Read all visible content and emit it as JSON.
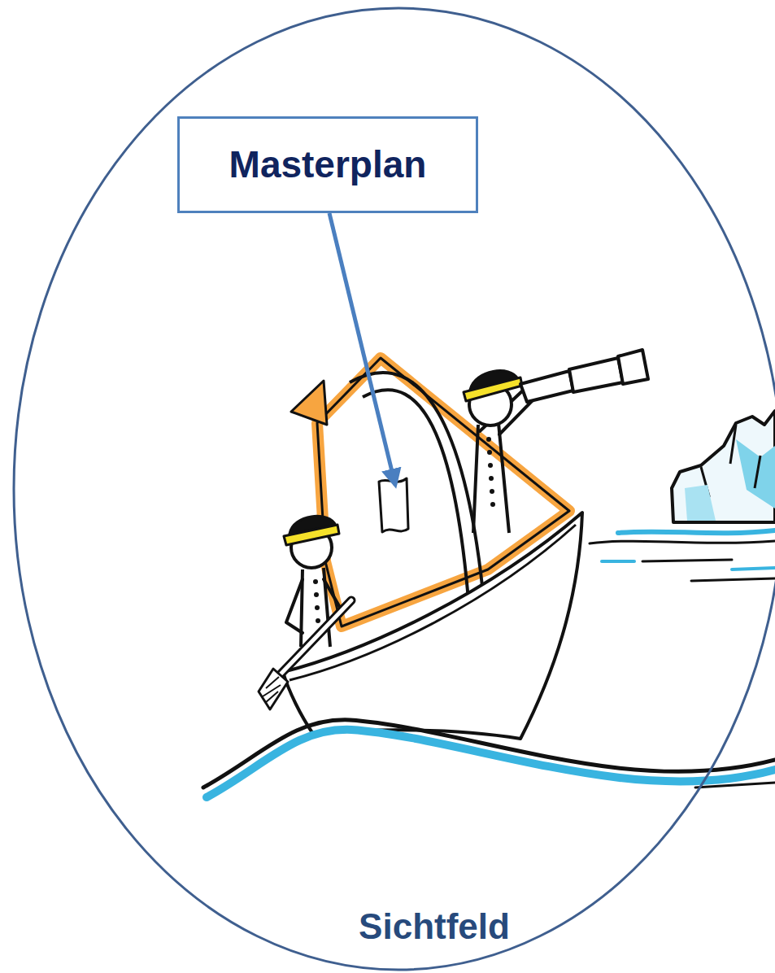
{
  "diagram": {
    "nodes": [
      {
        "text": [
          "Sichtfeld"
        ]
      },
      {
        "text": [
          "Masterplan"
        ],
        "in": 0
      }
    ]
  }
}
